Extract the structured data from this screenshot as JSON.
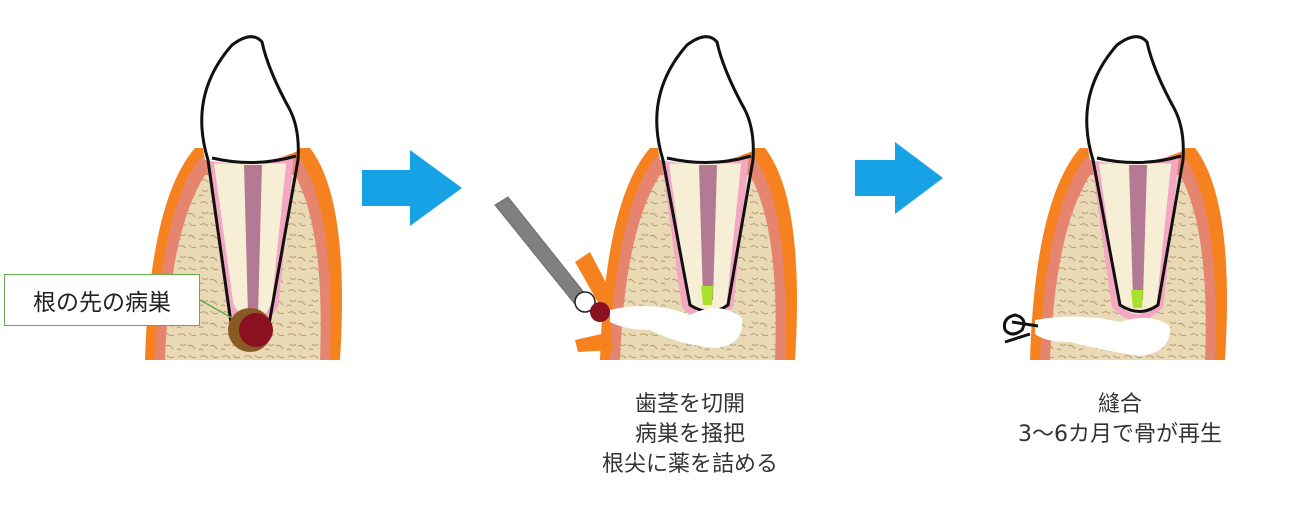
{
  "callout_label": "根の先の病巣",
  "caption_mid": [
    "歯茎を切開",
    "病巣を掻把",
    "根尖に薬を詰める"
  ],
  "caption_right": [
    "縫合",
    "3〜6カ月で骨が再生"
  ],
  "colors": {
    "arrow": "#17a2e6",
    "gum_outer": "#f6821f",
    "gum_inner": "#e5856f",
    "bone": "#ead9b5",
    "pulp": "#b57a93",
    "membrane": "#f3a7c2",
    "lesion": "#8b1020",
    "instrument": "#808080",
    "filling": "#a9e22a"
  }
}
